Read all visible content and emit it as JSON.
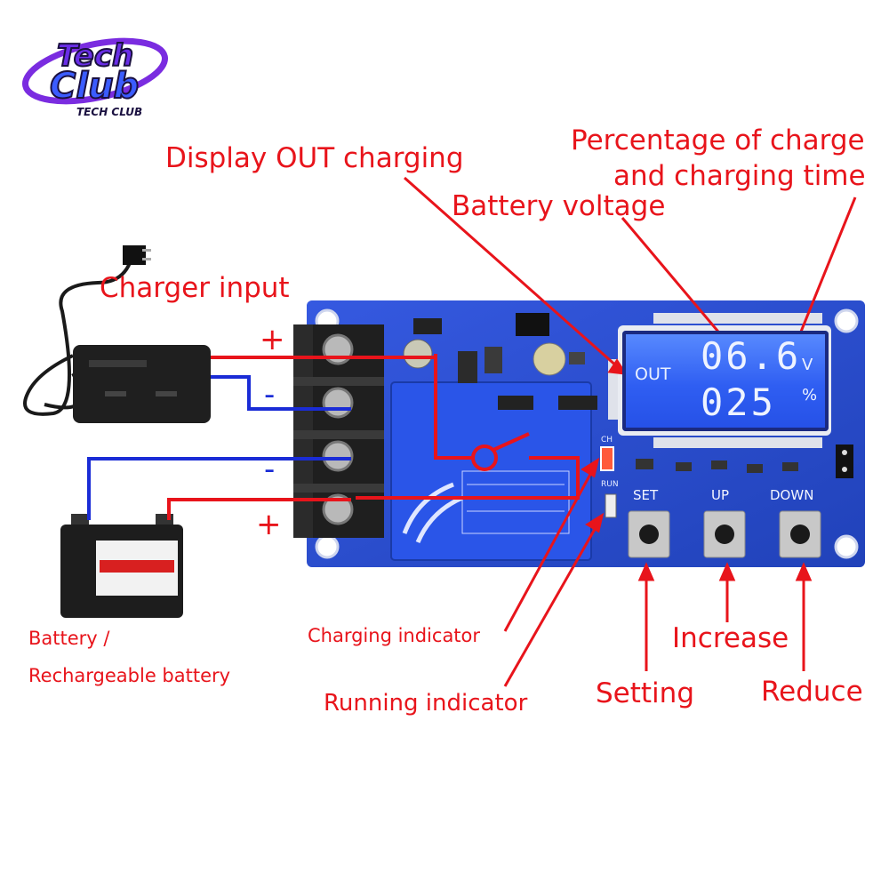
{
  "logo": {
    "line1": "Tech",
    "line2": "Club",
    "line3": "TECH CLUB"
  },
  "callouts": {
    "display_out": "Display OUT charging",
    "percentage": "Percentage of charge",
    "charging_time": "and charging time",
    "battery_voltage": "Battery voltage",
    "charger_input": "Charger input",
    "charging_indicator": "Charging indicator",
    "running_indicator": "Running indicator",
    "setting": "Setting",
    "increase": "Increase",
    "reduce": "Reduce",
    "battery_line1": "Battery /",
    "battery_line2": "Rechargeable battery"
  },
  "terminals": {
    "plus_top": "+",
    "minus_1": "-",
    "minus_2": "-",
    "plus_bottom": "+"
  },
  "lcd": {
    "out": "OUT",
    "voltage": "06.6",
    "voltage_unit": "V",
    "percent": "025",
    "percent_unit": "%"
  },
  "board": {
    "btn_set": "SET",
    "btn_up": "UP",
    "btn_down": "DOWN",
    "led_ch": "CH",
    "led_run": "RUN"
  },
  "colors": {
    "callout": "#e8141b",
    "board": "#2a4fd0",
    "lcd": "#2f5ef2",
    "wire_pos": "#e8141b",
    "wire_neg": "#1a2cd6"
  }
}
